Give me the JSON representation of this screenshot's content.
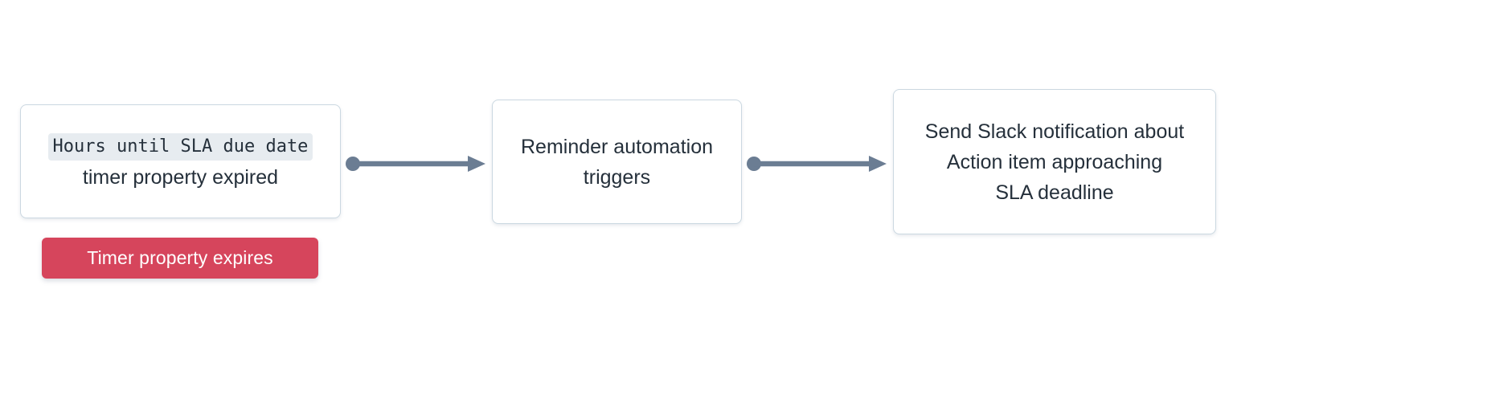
{
  "diagram": {
    "type": "flowchart",
    "direction": "left-to-right",
    "background_color": "#ffffff",
    "node_border_color": "#cbd8e1",
    "node_text_color": "#25303b",
    "connector_color": "#6b7d93",
    "badge_color": "#d6455c",
    "code_chip_background": "#e7ecf0",
    "nodes": [
      {
        "id": "trigger",
        "shape": "rounded-rectangle",
        "code_text": "Hours until SLA due date",
        "plain_text": "timer property expired"
      },
      {
        "id": "automation",
        "shape": "rounded-rectangle",
        "lines": [
          "Reminder automation",
          "triggers"
        ],
        "text": "Reminder automation triggers"
      },
      {
        "id": "action",
        "shape": "rounded-rectangle",
        "lines": [
          "Send Slack notification about",
          "Action item approaching",
          "SLA deadline"
        ],
        "text": "Send Slack notification about Action item approaching SLA deadline"
      }
    ],
    "connectors": [
      {
        "id": "trigger-to-automation",
        "from": "trigger",
        "to": "automation",
        "start_marker": "circle",
        "end_marker": "arrow"
      },
      {
        "id": "automation-to-action",
        "from": "automation",
        "to": "action",
        "start_marker": "circle",
        "end_marker": "arrow"
      }
    ],
    "badge": {
      "id": "timer-expires",
      "label": "Timer property expires"
    }
  }
}
